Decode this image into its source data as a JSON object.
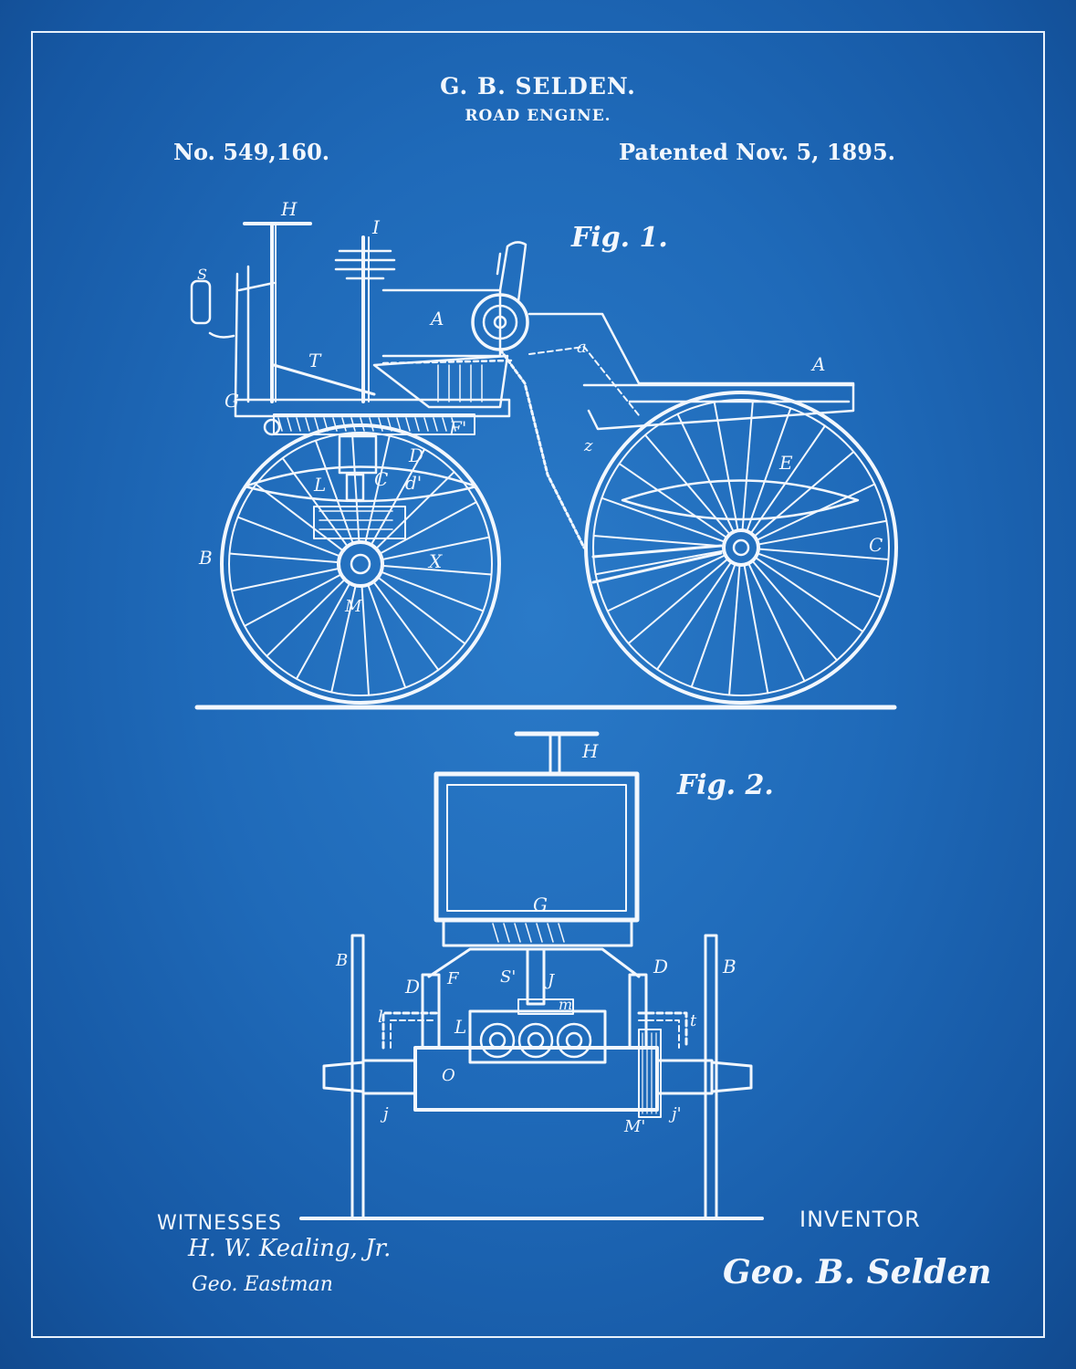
{
  "header": {
    "name": "G. B. SELDEN.",
    "title": "ROAD ENGINE.",
    "patent_no": "No. 549,160.",
    "patented": "Patented Nov. 5, 1895."
  },
  "figures": {
    "fig1": "Fig. 1.",
    "fig2": "Fig. 2."
  },
  "fig1_labels": {
    "H": "H",
    "I": "I",
    "A": "A",
    "A2": "A",
    "T": "T",
    "G": "G",
    "F1": "F'",
    "D": "D",
    "L": "L",
    "C": "C",
    "d1": "d'",
    "B": "B",
    "X": "X",
    "E": "E",
    "C2": "C",
    "a": "a",
    "z": "z",
    "M": "M",
    "s": "S"
  },
  "fig2_labels": {
    "H": "H",
    "G": "G",
    "B": "B",
    "B2": "B",
    "D": "D",
    "D2": "D",
    "F": "F",
    "S1": "S'",
    "J": "J",
    "m": "m",
    "L": "L",
    "l": "l",
    "t": "t",
    "O": "O",
    "j": "j",
    "j1": "j'",
    "M": "M'"
  },
  "footer": {
    "witnesses_label": "WITNESSES",
    "inventor_label": "INVENTOR",
    "witness1_signature": "H. W. Kealing, Jr.",
    "witness2_signature": "Geo. Eastman",
    "inventor_signature": "Geo. B. Selden"
  },
  "colors": {
    "background": "#1f6ab9",
    "ink": "#f2f7fd"
  }
}
